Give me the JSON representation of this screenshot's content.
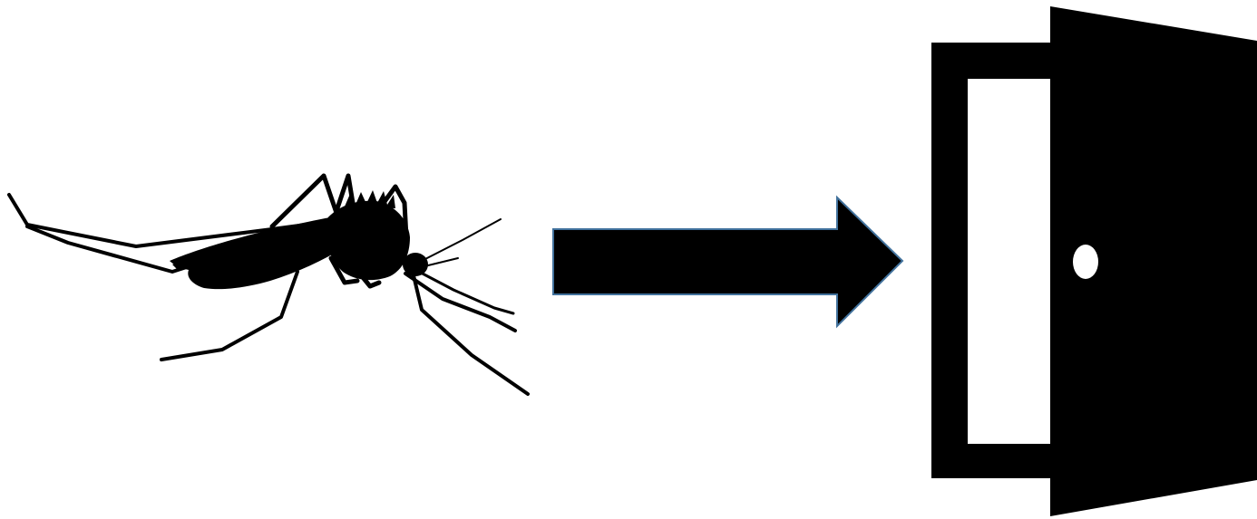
{
  "diagram": {
    "elements": [
      {
        "role": "source",
        "icon": "mosquito-icon"
      },
      {
        "role": "connector",
        "icon": "right-arrow-icon"
      },
      {
        "role": "target",
        "icon": "open-door-icon"
      }
    ],
    "colors": {
      "background": "#ffffff",
      "silhouette": "#000000",
      "arrow_fill": "#000000",
      "arrow_outline": "#41719c",
      "door_knob": "#ffffff"
    }
  }
}
